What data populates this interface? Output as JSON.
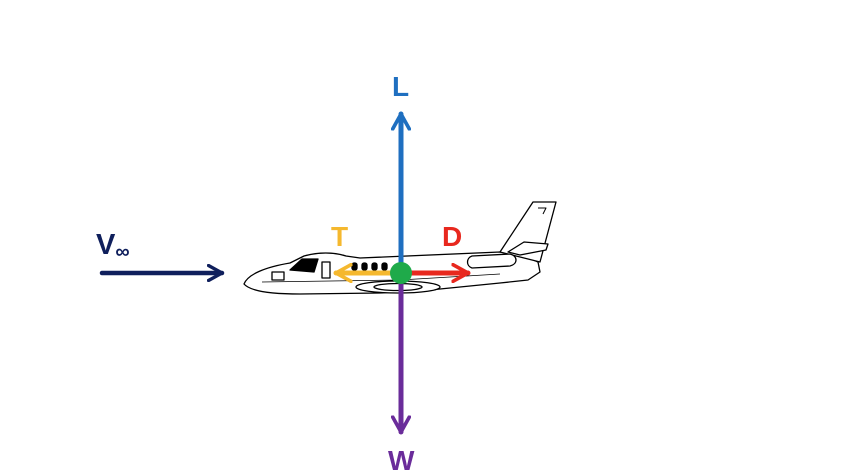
{
  "forces": {
    "lift": {
      "label": "L",
      "color": "#1f6fc0"
    },
    "weight": {
      "label": "W",
      "color": "#6a2c9a"
    },
    "thrust": {
      "label": "T",
      "color": "#f5b82e"
    },
    "drag": {
      "label": "D",
      "color": "#e8281e"
    }
  },
  "freestream": {
    "symbol": "V",
    "subscript": "∞",
    "color": "#0f1f5c"
  },
  "center_of_gravity": {
    "color": "#1faa4a"
  },
  "aircraft": {
    "outline_color": "#000000"
  }
}
